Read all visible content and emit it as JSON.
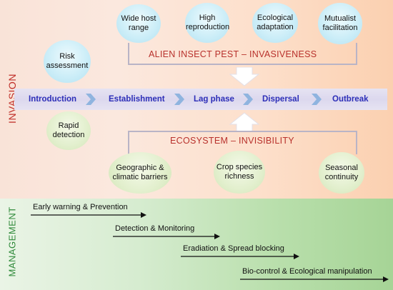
{
  "side_labels": {
    "invasion": "INVASION",
    "management": "MANAGEMENT"
  },
  "invasiveness": {
    "title": "ALIEN INSECT PEST –  INVASIVENESS",
    "traits": [
      "Wide host range",
      "High reproduction",
      "Ecological adaptation",
      "Mutualist facilitation"
    ]
  },
  "invisibility": {
    "title": "ECOSYSTEM – INVISIBILITY",
    "factors": [
      "Geographic & climatic barriers",
      "Crop species richness",
      "Seasonal continuity"
    ]
  },
  "stages": [
    "Introduction",
    "Establishment",
    "Lag phase",
    "Dispersal",
    "Outbreak"
  ],
  "side_tools": {
    "risk": "Risk assessment",
    "rapid": "Rapid detection"
  },
  "management": [
    "Early warning  &  Prevention",
    "Detection  &  Monitoring",
    "Eradiation  &  Spread blocking",
    "Bio-control & Ecological manipulation"
  ],
  "colors": {
    "invasion_band": "#fbe4d6",
    "management_band": "#c4e4b8",
    "stage_text": "#2d2fb8",
    "title_red": "#b8312c",
    "invasion_label": "#c0302a",
    "management_label": "#2f8a3a",
    "trait_circle": "#cdeef8",
    "factor_circle": "#e2efcd",
    "chevron": "#8fb4df"
  }
}
